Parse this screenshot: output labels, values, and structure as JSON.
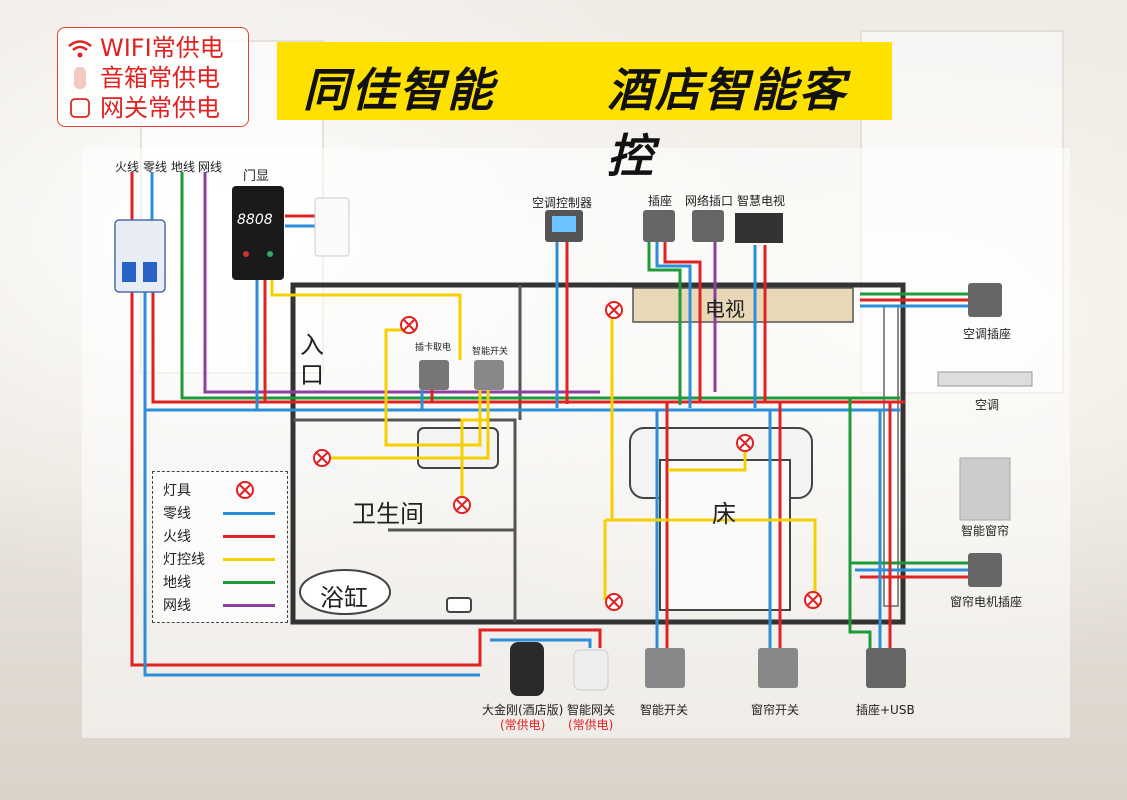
{
  "power_box": {
    "items": [
      {
        "label": "WIFI常供电",
        "icon": "wifi-icon"
      },
      {
        "label": "音箱常供电",
        "icon": "speaker-icon"
      },
      {
        "label": "网关常供电",
        "icon": "gateway-icon"
      }
    ]
  },
  "title": {
    "brand": "同佳智能",
    "subject": "酒店智能客控"
  },
  "top_wires": [
    "火线",
    "零线",
    "地线",
    "网线"
  ],
  "labels": {
    "door_display": "门显",
    "door_display_number": "8808",
    "ac_controller": "空调控制器",
    "socket": "插座",
    "network_port": "网络插口",
    "smart_tv": "智慧电视",
    "card_power": "插卡取电",
    "smart_switch_top": "智能开关",
    "tv": "电视",
    "entrance": "入口",
    "bathroom": "卫生间",
    "bathtub": "浴缸",
    "bed": "床",
    "ac_socket": "空调插座",
    "ac": "空调",
    "smart_curtain": "智能窗帘",
    "curtain_motor_socket": "窗帘电机插座",
    "speaker": "大金刚(酒店版)",
    "speaker_note": "(常供电)",
    "gateway": "智能网关",
    "gateway_note": "(常供电)",
    "smart_switch_bottom": "智能开关",
    "curtain_switch": "窗帘开关",
    "socket_usb": "插座+USB"
  },
  "legend": [
    {
      "label": "灯具",
      "kind": "lamp",
      "color": "#e02222"
    },
    {
      "label": "零线",
      "kind": "line",
      "color": "#2a8fd8"
    },
    {
      "label": "火线",
      "kind": "line",
      "color": "#e02222"
    },
    {
      "label": "灯控线",
      "kind": "line",
      "color": "#f5d000"
    },
    {
      "label": "地线",
      "kind": "line",
      "color": "#1f9a3a"
    },
    {
      "label": "网线",
      "kind": "line",
      "color": "#8b3fa0"
    }
  ],
  "colors": {
    "live": "#e02222",
    "neutral": "#2a8fd8",
    "lamp_ctrl": "#f5d000",
    "earth": "#1f9a3a",
    "network": "#8b3fa0",
    "title_bg": "#ffe100"
  }
}
